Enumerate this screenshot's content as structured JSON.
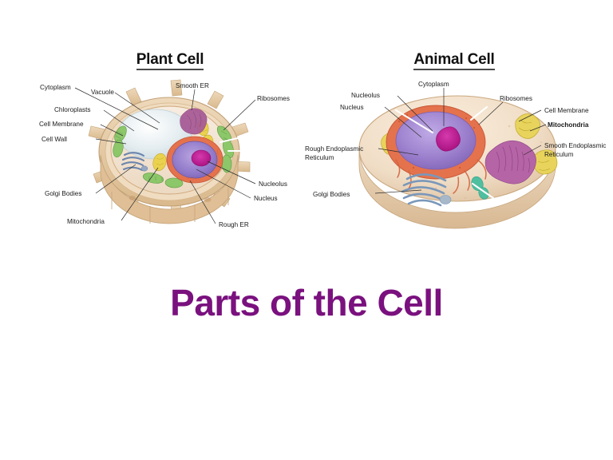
{
  "slide": {
    "title": "Parts of the Cell",
    "title_color": "#7a117e",
    "background_color": "#ffffff"
  },
  "figures": [
    {
      "id": "plant-cell",
      "title": "Plant Cell",
      "title_underlined": true,
      "labels": [
        {
          "text": "Cytoplasm",
          "bold": false
        },
        {
          "text": "Vacuole",
          "bold": false
        },
        {
          "text": "Smooth ER",
          "bold": false
        },
        {
          "text": "Ribosomes",
          "bold": false
        },
        {
          "text": "Chloroplasts",
          "bold": false
        },
        {
          "text": "Cell Membrane",
          "bold": false
        },
        {
          "text": "Cell Wall",
          "bold": false
        },
        {
          "text": "Nucleolus",
          "bold": false
        },
        {
          "text": "Nucleus",
          "bold": false
        },
        {
          "text": "Golgi Bodies",
          "bold": false
        },
        {
          "text": "Mitochondria",
          "bold": false
        },
        {
          "text": "Rough ER",
          "bold": false
        }
      ],
      "colors": {
        "cell_wall": "#e3c49a",
        "cytoplasm": "#f3e4d2",
        "vacuole": "#dde7ea",
        "chloroplast": "#8cc76a",
        "nucleus_envelope": "#e4724d",
        "nucleus": "#8f73c4",
        "nucleolus": "#b5188c",
        "smooth_er": "#a85c96",
        "rough_er": "#e4724d",
        "golgi": "#6b85ad",
        "mitochondria": "#e8cf4e"
      }
    },
    {
      "id": "animal-cell",
      "title": "Animal Cell",
      "title_underlined": true,
      "labels": [
        {
          "text": "Cytoplasm",
          "bold": false
        },
        {
          "text": "Nucleolus",
          "bold": false
        },
        {
          "text": "Nucleus",
          "bold": false
        },
        {
          "text": "Ribosomes",
          "bold": false
        },
        {
          "text": "Cell Membrane",
          "bold": false
        },
        {
          "text": "Mitochondria",
          "bold": true
        },
        {
          "text": "Rough Endoplasmic",
          "bold": false
        },
        {
          "text": "Reticulum",
          "bold": false
        },
        {
          "text": "Smooth Endoplasmic",
          "bold": false
        },
        {
          "text": "Reticulum",
          "bold": false
        },
        {
          "text": "Golgi Bodies",
          "bold": false
        }
      ],
      "colors": {
        "cell_body": "#f0ddc6",
        "cell_membrane": "#d9b894",
        "nucleus_envelope": "#e4724d",
        "nucleus": "#9b7fcd",
        "nucleolus": "#b5188c",
        "smooth_er": "#b564a6",
        "rough_er": "#e4724d",
        "golgi": "#7a97ba",
        "mitochondria": "#e8d45c",
        "vesicle": "#4fbfa0"
      }
    }
  ]
}
